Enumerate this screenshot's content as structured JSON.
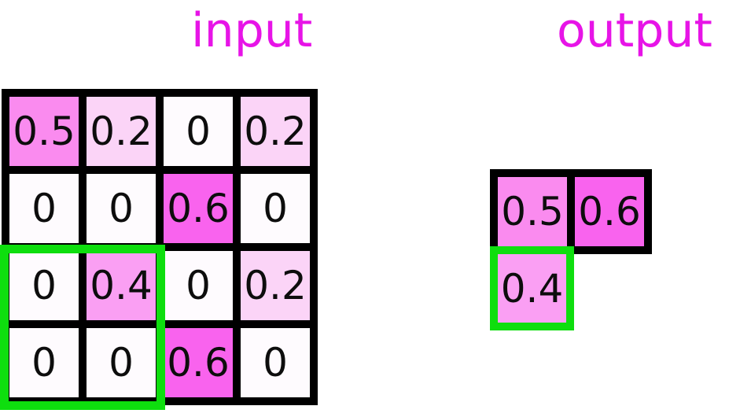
{
  "titles": {
    "input": "input",
    "output": "output"
  },
  "colors": {
    "title_text": "#E714E7",
    "grid_lines": "#000000",
    "number_text": "#0d0d0d",
    "highlight_green": "#0EDE0E",
    "value_fill": {
      "0": "#FEFBFE",
      "0.2": "#FBD4F7",
      "0.4": "#FA9FF3",
      "0.5": "#FA8BEF",
      "0.6": "#F963EE"
    }
  },
  "input": {
    "cells": [
      [
        "0.5",
        "0.2",
        "0",
        "0.2"
      ],
      [
        "0",
        "0",
        "0.6",
        "0"
      ],
      [
        "0",
        "0.4",
        "0",
        "0.2"
      ],
      [
        "0",
        "0",
        "0.6",
        "0"
      ]
    ]
  },
  "output": {
    "row1": [
      "0.5",
      "0.6"
    ],
    "highlighted_cell": "0.4"
  }
}
